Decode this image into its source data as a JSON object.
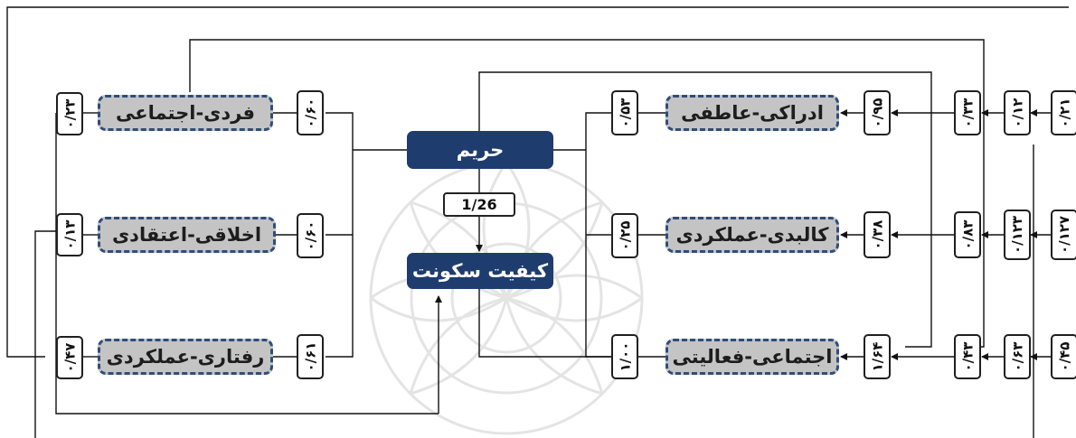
{
  "colors": {
    "center_box": "#1f3c6e",
    "dim_fill": "#c4c4c4",
    "dim_border": "#2e4d7a",
    "line": "#111111"
  },
  "center": {
    "top": "حریم",
    "bottom": "کیفیت سکونت",
    "coefficient": "1/26"
  },
  "left_dimensions": [
    {
      "label": "فردی-اجتماعی",
      "inner": "۰/۶۰",
      "outer": "۰/۲۳"
    },
    {
      "label": "اخلاقی-اعتقادی",
      "inner": "۰/۶۰",
      "outer": "۰/۱۳"
    },
    {
      "label": "رفتاری-عملکردی",
      "inner": "۰/۶۱",
      "outer": "۰/۴۷"
    }
  ],
  "right_dimensions": [
    {
      "label": "ادراکی-عاطفی",
      "left": "۰/۵۳",
      "r1": "۰/۹۵",
      "r2": "۰/۳۳",
      "r3": "۰/۱۲",
      "r4": "۰/۲۱"
    },
    {
      "label": "کالبدی-عملکردی",
      "left": "۰/۲۵",
      "r1": "۰/۳۸",
      "r2": "۰/۸۳",
      "r3": "۰/۱۲۳",
      "r4": "۰/۱۲۷"
    },
    {
      "label": "اجتماعی-فعالیتی",
      "left": "۱/۰۰",
      "r1": "۱/۶۴",
      "r2": "۰/۴۳",
      "r3": "۰/۶۳",
      "r4": "۰/۴۵"
    }
  ]
}
